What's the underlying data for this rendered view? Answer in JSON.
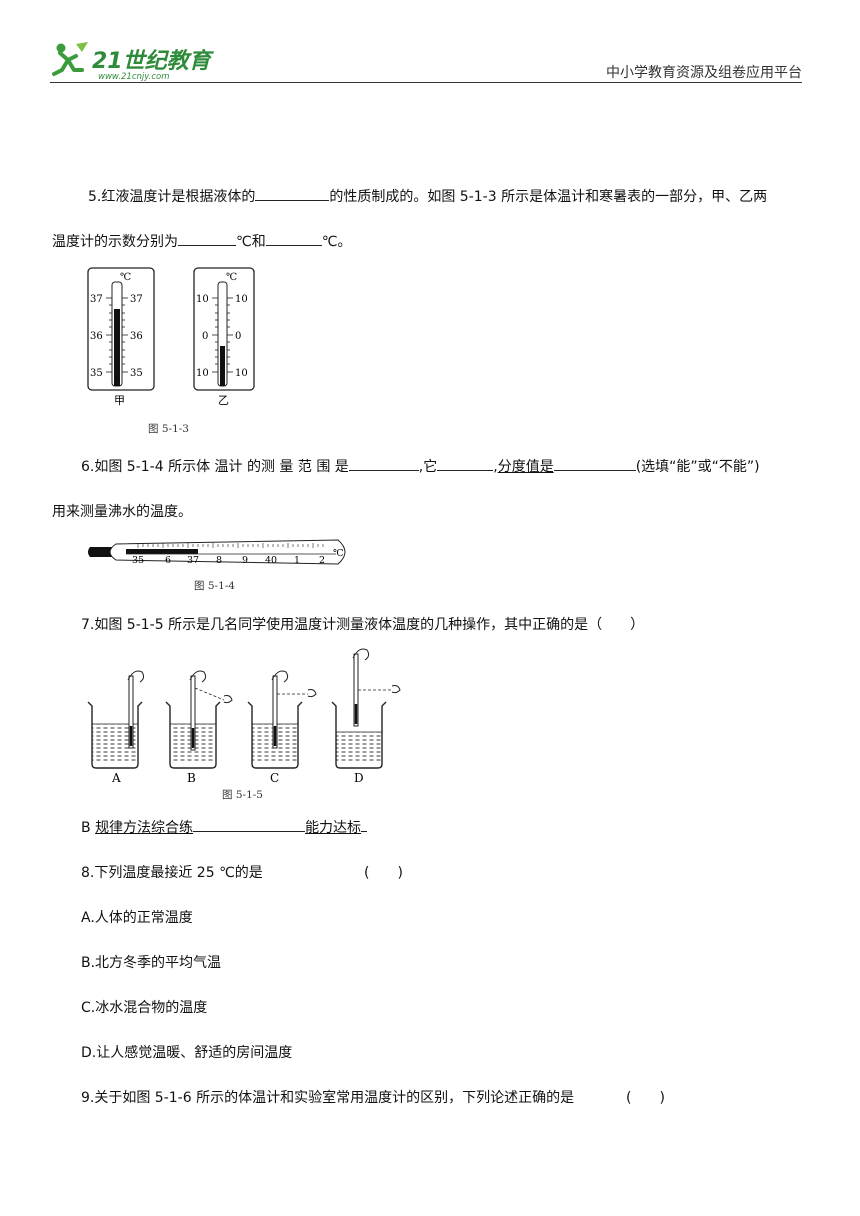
{
  "header": {
    "logo_text": "21世纪教育",
    "logo_url": "www.21cnjy.com",
    "platform": "中小学教育资源及组卷应用平台"
  },
  "q5": {
    "p1": "5.红液温度计是根据液体的",
    "p2": "的性质制成的。如图 5-1-3 所示是体温计和寒暑表的一部分，甲、乙两",
    "p3": "温度计的示数分别为",
    "p4": "℃和",
    "p5": "℃。"
  },
  "fig513": {
    "unit": "℃",
    "left": {
      "ticks_major": [
        "37",
        "36",
        "35"
      ],
      "label": "甲"
    },
    "right": {
      "ticks_major": [
        "10",
        "0",
        "10"
      ],
      "label": "乙"
    },
    "caption": "图 5-1-3"
  },
  "q6": {
    "p1": "6.如图  5-1-4 所示体  温计  的测  量  范  围  是",
    "p2": ",它",
    "p3": ",",
    "p4": "分度值是",
    "p5": "(选填“能”或“不能”)",
    "p6": "用来测量沸水的温度。"
  },
  "fig514": {
    "ticks": [
      "35",
      "6",
      "37",
      "8",
      "9",
      "40",
      "1",
      "2"
    ],
    "unit": "℃",
    "caption": "图 5-1-4"
  },
  "q7": {
    "text": "7.如图 5-1-5 所示是几名同学使用温度计测量液体温度的几种操作，其中正确的是（　　）"
  },
  "fig515": {
    "labels": [
      "A",
      "B",
      "C",
      "D"
    ],
    "caption": "图 5-1-5"
  },
  "section_b": {
    "prefix": "B ",
    "part1": "规律方法综合练",
    "part2": "能力达标"
  },
  "q8": {
    "stem": "8.下列温度最接近 25  ℃的是",
    "paren": "(　　)",
    "options": [
      "A.人体的正常温度",
      "B.北方冬季的平均气温",
      "C.冰水混合物的温度",
      "D.让人感觉温暖、舒适的房间温度"
    ]
  },
  "q9": {
    "stem": "9.关于如图 5-1-6 所示的体温计和实验室常用温度计的区别，下列论述正确的是",
    "paren": "(　　)"
  }
}
